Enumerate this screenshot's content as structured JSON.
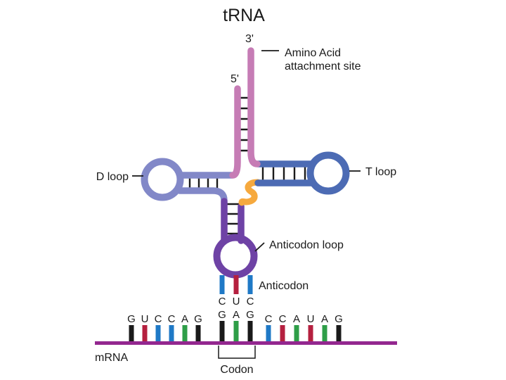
{
  "title": "tRNA",
  "labels": {
    "three_prime": "3'",
    "five_prime": "5'",
    "amino_acid_line1": "Amino Acid",
    "amino_acid_line2": "attachment site",
    "t_loop": "T loop",
    "d_loop": "D loop",
    "anticodon_loop": "Anticodon loop",
    "anticodon": "Anticodon",
    "mrna": "mRNA",
    "codon": "Codon"
  },
  "anticodon_bases": [
    {
      "letter": "C",
      "color": "#1f79c6"
    },
    {
      "letter": "U",
      "color": "#b5203f"
    },
    {
      "letter": "C",
      "color": "#1f79c6"
    }
  ],
  "mrna_sequence": [
    {
      "letter": "G",
      "color": "#1a1a1a",
      "tall": false
    },
    {
      "letter": "U",
      "color": "#b5203f",
      "tall": false
    },
    {
      "letter": "C",
      "color": "#1f79c6",
      "tall": false
    },
    {
      "letter": "C",
      "color": "#1f79c6",
      "tall": false
    },
    {
      "letter": "A",
      "color": "#2e9e48",
      "tall": false
    },
    {
      "letter": "G",
      "color": "#1a1a1a",
      "tall": false
    },
    {
      "letter": "G",
      "color": "#1a1a1a",
      "tall": true
    },
    {
      "letter": "A",
      "color": "#2e9e48",
      "tall": true
    },
    {
      "letter": "G",
      "color": "#1a1a1a",
      "tall": true
    },
    {
      "letter": "C",
      "color": "#1f79c6",
      "tall": false
    },
    {
      "letter": "C",
      "color": "#b5203f",
      "tall": false
    },
    {
      "letter": "A",
      "color": "#2e9e48",
      "tall": false
    },
    {
      "letter": "U",
      "color": "#b5203f",
      "tall": false
    },
    {
      "letter": "A",
      "color": "#2e9e48",
      "tall": false
    },
    {
      "letter": "G",
      "color": "#1a1a1a",
      "tall": false
    }
  ],
  "colors": {
    "background": "#ffffff",
    "text": "#1a1a1a",
    "acceptor_stem": "#c67cb5",
    "d_arm": "#8288c8",
    "t_arm": "#4c6bb4",
    "anticodon_arm": "#6e42a5",
    "variable_loop": "#f6a93e",
    "mrna_strand": "#93278f",
    "base_pair_rung": "#1a1a1a"
  }
}
